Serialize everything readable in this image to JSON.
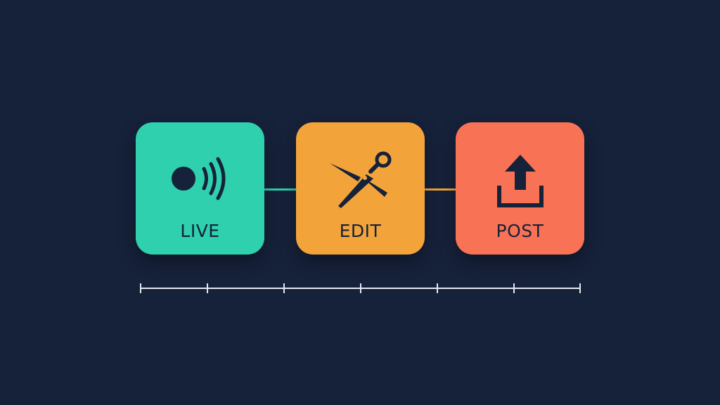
{
  "steps": [
    {
      "label": "LIVE",
      "icon": "live-broadcast-icon",
      "color": "#2fd0ae"
    },
    {
      "label": "EDIT",
      "icon": "scissors-icon",
      "color": "#f2a43a"
    },
    {
      "label": "POST",
      "icon": "upload-icon",
      "color": "#f87355"
    }
  ],
  "connectors": [
    {
      "color": "#2fd0ae"
    },
    {
      "color": "#f2a43a"
    }
  ],
  "colors": {
    "background": "#16213a",
    "icon": "#16213a",
    "timeline": "#e6e8ee"
  }
}
